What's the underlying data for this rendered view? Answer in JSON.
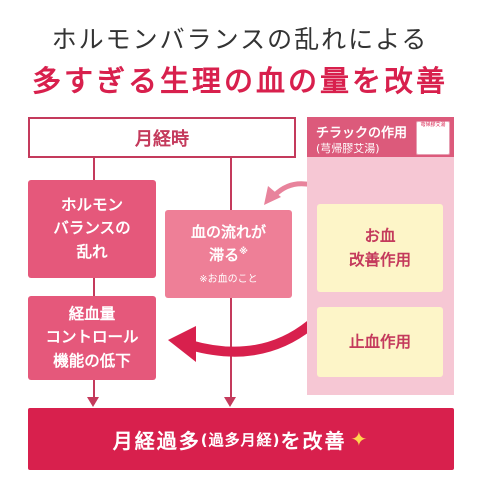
{
  "title_line1": "ホルモンバランスの乱れによる",
  "title_line2": "多すぎる生理の血の量を改善",
  "menstruation_label": "月経時",
  "hormone_box": {
    "line1": "ホルモン",
    "line2": "バランスの",
    "line3": "乱れ"
  },
  "blood_control_box": {
    "line1": "経血量",
    "line2": "コントロール",
    "line3": "機能の低下"
  },
  "stagnation_box": {
    "line1": "血の流れが",
    "line2": "滞る",
    "mark": "※",
    "note": "※お血のこと"
  },
  "side_panel": {
    "title": "チラックの作用",
    "subtitle": "(芎帰膠艾湯)",
    "product_label": "芎帰膠艾湯",
    "effect1": {
      "line1": "お血",
      "line2": "改善作用"
    },
    "effect2": "止血作用"
  },
  "result": {
    "part1": "月経過多",
    "part2": "(過多月経)",
    "part3": "を改善"
  },
  "colors": {
    "accent": "#d8204d",
    "pink": "#e5587b",
    "light_pink": "#f6c7d4",
    "yellow": "#fdf5c8"
  },
  "icons": {
    "sparkle": "sparkle-icon",
    "curved_arrow": "curved-arrow-icon"
  }
}
